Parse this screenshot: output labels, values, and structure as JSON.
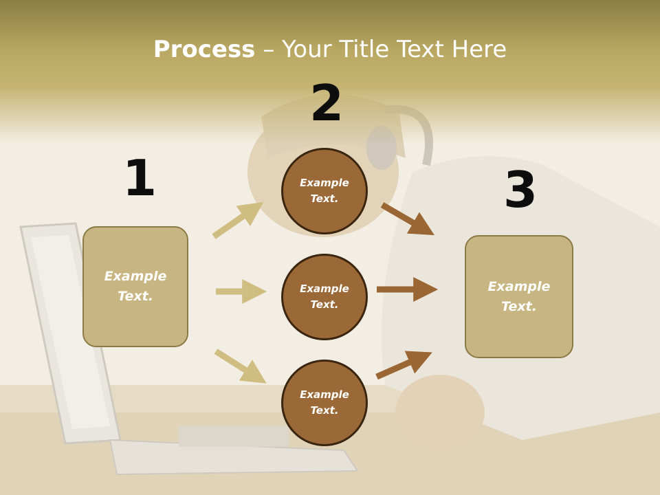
{
  "title": {
    "strong": "Process",
    "rest": " – Your Title Text Here"
  },
  "steps": [
    {
      "number": "1",
      "text": "Example Text."
    },
    {
      "number": "2",
      "text": "Example Text."
    },
    {
      "number": "3",
      "text": "Example Text."
    }
  ],
  "circles": [
    {
      "text": "Example Text."
    },
    {
      "text": "Example Text."
    },
    {
      "text": "Example Text."
    }
  ],
  "colors": {
    "title_band": "#c6b372",
    "box_fill": "#c7b682",
    "circle_fill": "#9b6937",
    "arrow_light": "#cfbd82",
    "arrow_dark": "#9a6634"
  }
}
